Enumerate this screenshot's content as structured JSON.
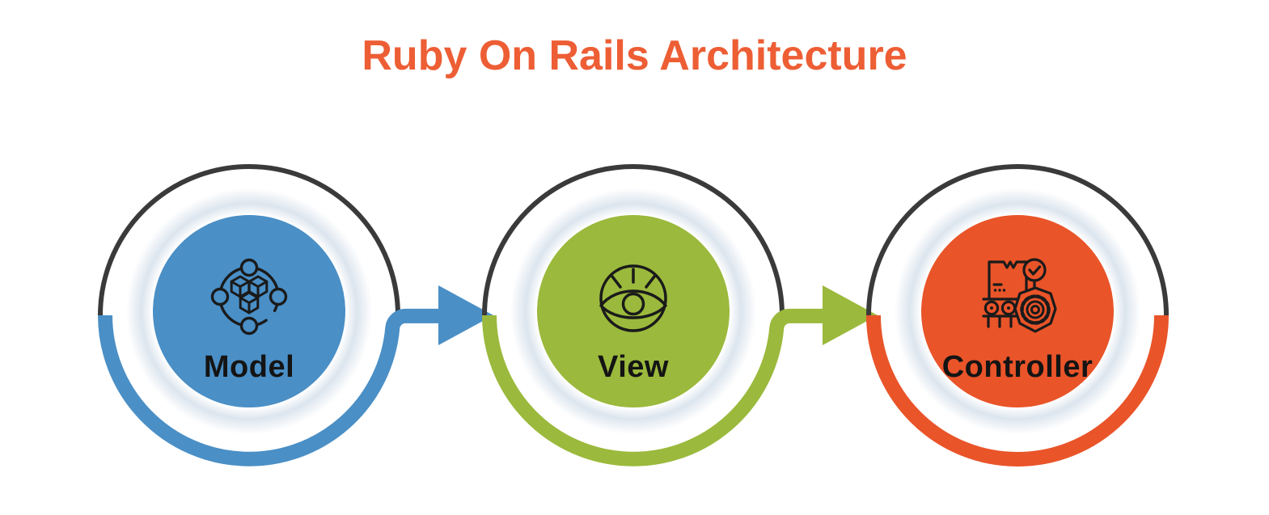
{
  "title": {
    "text": "Ruby On Rails Architecture",
    "color": "#ED5E35"
  },
  "colors": {
    "background": "#FFFFFF",
    "ring_top_arc": "#3A3A3A",
    "label_text": "#141414",
    "icon_stroke": "#1A1A1A",
    "soft_shadow_tint": "#DCE5EE"
  },
  "steps": [
    {
      "label": "Model",
      "color": "#4A8FC6",
      "icon": "model-cubes-icon"
    },
    {
      "label": "View",
      "color": "#9BB93C",
      "icon": "view-eye-icon"
    },
    {
      "label": "Controller",
      "color": "#E95429",
      "icon": "controller-machine-icon"
    }
  ],
  "connectors": [
    {
      "from": "Model",
      "to": "View",
      "color": "#4A8FC6"
    },
    {
      "from": "View",
      "to": "Controller",
      "color": "#9BB93C"
    }
  ]
}
